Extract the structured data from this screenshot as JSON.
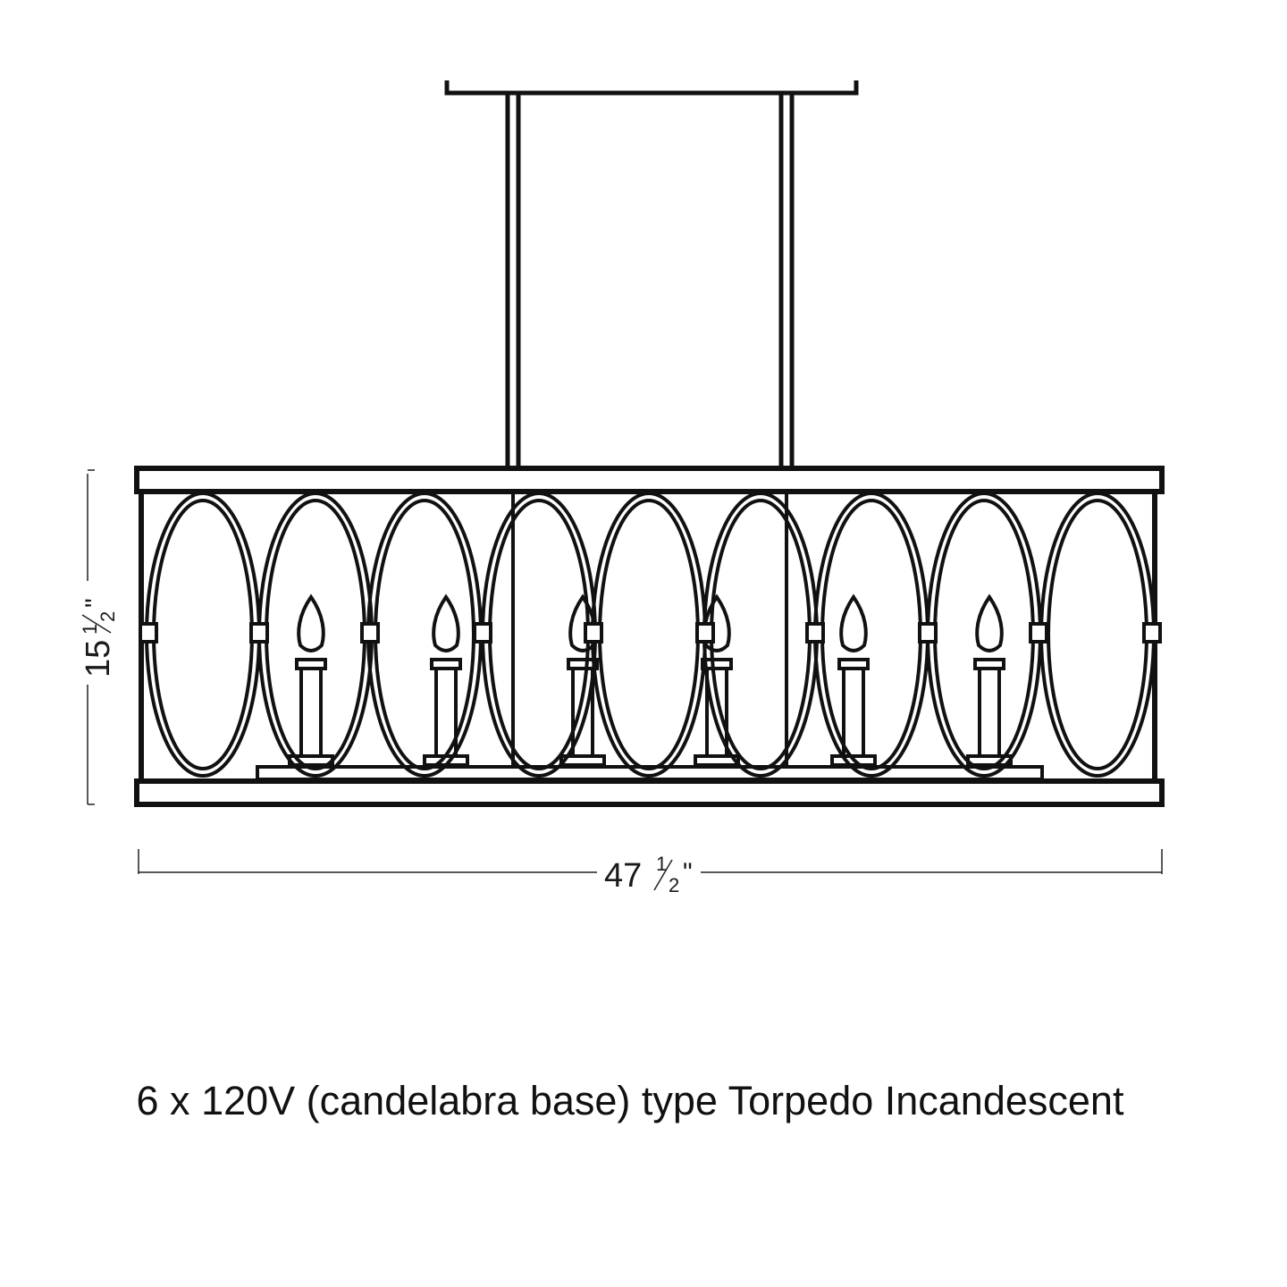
{
  "dimensions": {
    "height": {
      "whole": "15",
      "numerator": "1",
      "denominator": "2",
      "unit": "\""
    },
    "width": {
      "whole": "47",
      "numerator": "1",
      "denominator": "2",
      "unit": "\""
    }
  },
  "caption": "6 x 120V (candelabra base) type Torpedo Incandescent",
  "line_color": "#111111"
}
